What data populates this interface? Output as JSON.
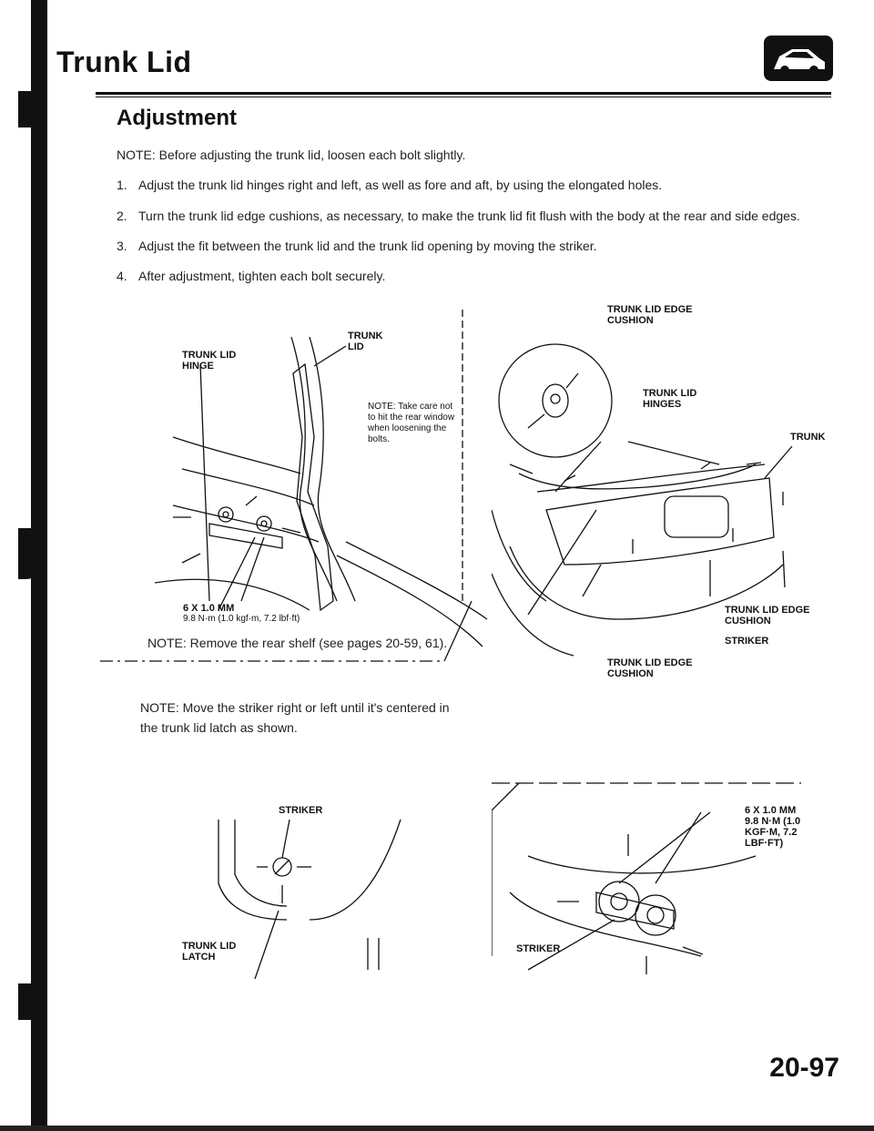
{
  "header": {
    "title": "Trunk Lid",
    "icon": "car-icon"
  },
  "section": {
    "title": "Adjustment"
  },
  "intro_note": "NOTE: Before adjusting the trunk lid, loosen each bolt slightly.",
  "steps": [
    {
      "num": "1.",
      "text": "Adjust the trunk lid hinges right and left, as well as fore and aft, by using the elongated holes."
    },
    {
      "num": "2.",
      "text": "Turn the trunk lid edge cushions, as necessary, to make the trunk lid fit flush with the body at the rear and side edges."
    },
    {
      "num": "3.",
      "text": "Adjust the fit between the trunk lid and the trunk lid opening by moving the striker."
    },
    {
      "num": "4.",
      "text": "After adjustment, tighten each bolt securely."
    }
  ],
  "hinge_figure": {
    "trunk_lid": "TRUNK LID",
    "trunk_lid_hinge": "TRUNK LID HINGE",
    "note": "NOTE: Take care not to hit the rear window when loosening the bolts.",
    "bolt_size": "6 x 1.0 mm",
    "torque": "9.8 N·m (1.0 kgf·m, 7.2 lbf·ft)",
    "shelf_note": "NOTE: Remove the rear shelf (see pages 20-59, 61)."
  },
  "trunk_figure": {
    "edge_cushion_top": "TRUNK LID EDGE CUSHION",
    "hinges": "TRUNK LID HINGES",
    "trunk": "TRUNK",
    "edge_cushion_right": "TRUNK LID EDGE CUSHION",
    "striker": "STRIKER",
    "edge_cushion_bottom": "TRUNK LID EDGE CUSHION"
  },
  "striker_note": "NOTE: Move the striker right or left until it's centered in the trunk lid latch as shown.",
  "latch_figure": {
    "striker": "STRIKER",
    "latch": "TRUNK LID LATCH"
  },
  "striker_figure": {
    "bolt_size": "6 x 1.0 mm",
    "torque": "9.8 N·m (1.0 kgf·m, 7.2 lbf·ft)",
    "striker": "STRIKER"
  },
  "page_number": "20-97"
}
